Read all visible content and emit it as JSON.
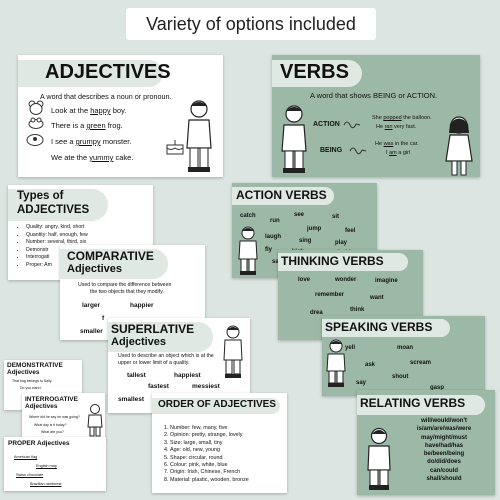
{
  "banner": "Variety of options included",
  "adjectives": {
    "title": "ADJECTIVES",
    "definition": "A word that describes a noun or pronoun.",
    "examples": [
      {
        "pre": "Look at the ",
        "word": "happy",
        "post": " boy."
      },
      {
        "pre": "There is a ",
        "word": "green",
        "post": " frog."
      },
      {
        "pre": "I see a ",
        "word": "grumpy",
        "post": " monster."
      },
      {
        "pre": "We ate the ",
        "word": "yummy",
        "post": " cake."
      }
    ]
  },
  "verbs": {
    "title": "VERBS",
    "definition": "A word that shows BEING or ACTION.",
    "action_label": "ACTION",
    "action_1_pre": "She ",
    "action_1_word": "popped",
    "action_1_post": " the balloon.",
    "action_2_pre": "He ",
    "action_2_word": "ran",
    "action_2_post": " very fast.",
    "being_label": "BEING",
    "being_1_pre": "He ",
    "being_1_word": "was",
    "being_1_post": " in the car.",
    "being_2_pre": "I ",
    "being_2_word": "am",
    "being_2_post": " a girl"
  },
  "types": {
    "title_1": "Types of",
    "title_2": "ADJECTIVES",
    "items": [
      "Quality: angry, kind, short",
      "Quantity: half, enough, few",
      "Number: several, third, six",
      "Demonstr",
      "Interrogati",
      "Proper: Am"
    ]
  },
  "comparative": {
    "title_1": "COMPARATIVE",
    "title_2": "Adjectives",
    "desc_1": "Used to compare the difference between",
    "desc_2": "the two objects that they modify.",
    "words": [
      "larger",
      "happier",
      "f",
      "smaller"
    ]
  },
  "superlative": {
    "title_1": "SUPERLATIVE",
    "title_2": "Adjectives",
    "desc_1": "Used to describe an object which is at the",
    "desc_2": "upper or lower limit of a quality.",
    "words": [
      "tallest",
      "happiest",
      "fastest",
      "messiest",
      "smallest"
    ]
  },
  "demonstrative": {
    "title_1": "DEMONSTRATIVE",
    "title_2": "Adjectives",
    "lines": [
      "That bag belongs to Sally.",
      "Do you want t"
    ]
  },
  "interrogative": {
    "title_1": "INTERROGATIVE",
    "title_2": "Adjectives",
    "lines": [
      "Where did he say he was going?",
      "What day is it today?",
      "What are you?"
    ]
  },
  "proper": {
    "title": "PROPER Adjectives",
    "lines": [
      "American flag",
      "English map",
      "Swiss chocolate",
      "Brazilian rainforest"
    ]
  },
  "order": {
    "title": "ORDER OF ADJECTIVES",
    "items": [
      "Number: few, many, five",
      "Opinion: pretty, strange, lovely",
      "Size: large, small, tiny",
      "Age: old, new, young",
      "Shape: circular, round",
      "Colour: pink, white, blue",
      "Origin: Irish, Chinese, French",
      "Material: plastic, wooden, bronze"
    ]
  },
  "action_verbs": {
    "title": "ACTION VERBS",
    "words": [
      "catch",
      "run",
      "see",
      "sit",
      "jump",
      "feel",
      "laugh",
      "sing",
      "play",
      "fly",
      "kick",
      "hold",
      "sa"
    ]
  },
  "thinking_verbs": {
    "title": "THINKING VERBS",
    "words": [
      "love",
      "wonder",
      "imagine",
      "remember",
      "want",
      "think",
      "drea"
    ]
  },
  "speaking_verbs": {
    "title": "SPEAKING VERBS",
    "words": [
      "yell",
      "moan",
      "scream",
      "ask",
      "shout",
      "say",
      "gasp"
    ]
  },
  "relating_verbs": {
    "title": "RELATING VERBS",
    "lines": [
      "will/would/won't",
      "is/am/are/was/were",
      "may/might/must",
      "have/had/has",
      "be/been/being",
      "do/did/does",
      "can/could",
      "shall/should"
    ]
  }
}
